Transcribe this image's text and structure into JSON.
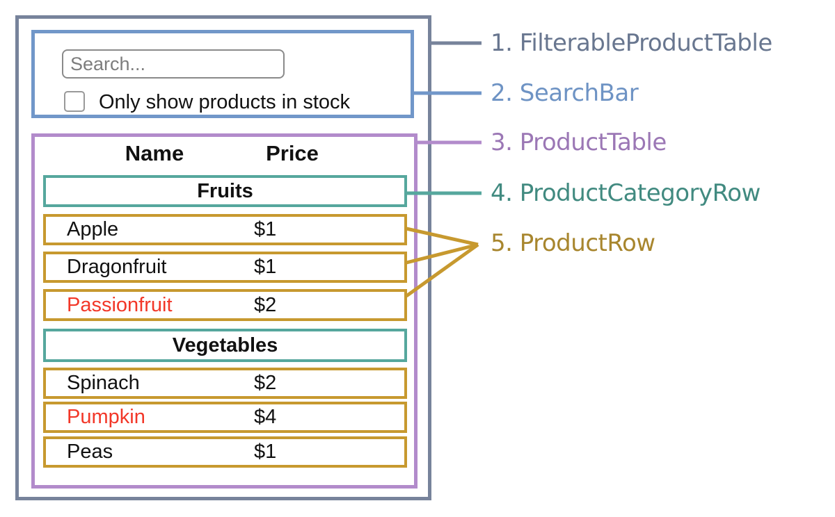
{
  "palette": {
    "outer_border": "#77839b",
    "searchbar_border": "#7197c9",
    "table_border": "#b28bcb",
    "category_border": "#56a79d",
    "product_border": "#c7992f",
    "out_of_stock_text": "#f23728",
    "in_stock_text": "#111111"
  },
  "search_bar": {
    "placeholder": "Search...",
    "checkbox_label": "Only show products in stock",
    "checkbox_checked": false
  },
  "table": {
    "columns": [
      "Name",
      "Price"
    ],
    "sections": [
      {
        "category": "Fruits",
        "rows": [
          {
            "name": "Apple",
            "price": "$1",
            "color": "#111111"
          },
          {
            "name": "Dragonfruit",
            "price": "$1",
            "color": "#111111"
          },
          {
            "name": "Passionfruit",
            "price": "$2",
            "color": "#f23728"
          }
        ]
      },
      {
        "category": "Vegetables",
        "rows": [
          {
            "name": "Spinach",
            "price": "$2",
            "color": "#111111"
          },
          {
            "name": "Pumpkin",
            "price": "$4",
            "color": "#f23728"
          },
          {
            "name": "Peas",
            "price": "$1",
            "color": "#111111"
          }
        ]
      }
    ]
  },
  "annotations": [
    {
      "text": "1. FilterableProductTable",
      "color": "#68768f"
    },
    {
      "text": "2. SearchBar",
      "color": "#6e93c4"
    },
    {
      "text": "3. ProductTable",
      "color": "#9b77b5"
    },
    {
      "text": "4. ProductCategoryRow",
      "color": "#418a80"
    },
    {
      "text": "5. ProductRow",
      "color": "#a8862e"
    }
  ]
}
